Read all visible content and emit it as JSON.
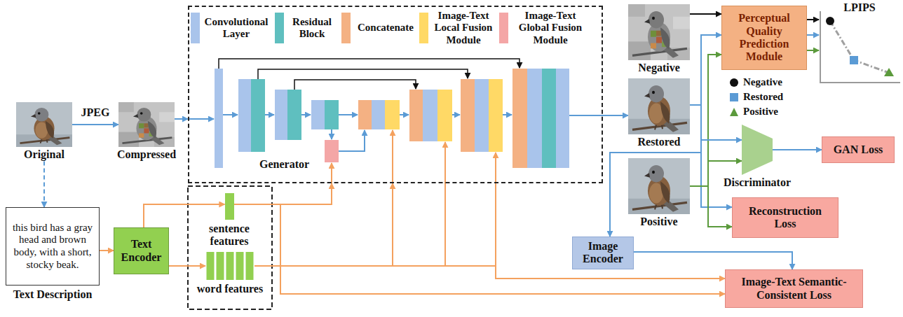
{
  "diagram": {
    "nodes": [
      {
        "text": [
          "Original"
        ]
      },
      {
        "text": [
          "Compressed"
        ]
      },
      {
        "text": [
          "Generator"
        ]
      },
      {
        "text": [
          "this bird has a gray head and brown body, with a short, stocky beak.",
          "Text Description"
        ]
      },
      {
        "text": [
          "Text Encoder"
        ]
      },
      {
        "text": [
          "sentence features"
        ]
      },
      {
        "text": [
          "word features"
        ]
      },
      {
        "text": [
          "Negative"
        ]
      },
      {
        "text": [
          "Restored"
        ]
      },
      {
        "text": [
          "Positive"
        ]
      },
      {
        "text": [
          "Perceptual Quality Prediction Module"
        ]
      },
      {
        "text": [
          "LPIPS"
        ]
      },
      {
        "text": [
          "Discriminator"
        ]
      },
      {
        "text": [
          "GAN Loss"
        ]
      },
      {
        "text": [
          "Reconstruction Loss"
        ]
      },
      {
        "text": [
          "Image Encoder"
        ]
      },
      {
        "text": [
          "Image-Text Semantic-Consistent Loss"
        ]
      }
    ],
    "edges": [
      {
        "from": 0,
        "to": 1,
        "arrow": "to",
        "label": "JPEG"
      },
      {
        "from": 1,
        "to": 2,
        "arrow": "to"
      },
      {
        "from": 0,
        "to": 3,
        "arrow": "to"
      },
      {
        "from": 3,
        "to": 4,
        "arrow": "to"
      },
      {
        "from": 4,
        "to": 5,
        "arrow": "to"
      },
      {
        "from": 4,
        "to": 6,
        "arrow": "to"
      },
      {
        "from": 5,
        "to": 2,
        "arrow": "to"
      },
      {
        "from": 6,
        "to": 2,
        "arrow": "to"
      },
      {
        "from": 5,
        "to": 16,
        "arrow": "to"
      },
      {
        "from": 6,
        "to": 16,
        "arrow": "to"
      },
      {
        "from": 2,
        "to": 8,
        "arrow": "to"
      },
      {
        "from": 7,
        "to": 10,
        "arrow": "to"
      },
      {
        "from": 8,
        "to": 10,
        "arrow": "to"
      },
      {
        "from": 9,
        "to": 10,
        "arrow": "to"
      },
      {
        "from": 10,
        "to": 11,
        "arrow": "to"
      },
      {
        "from": 8,
        "to": 12,
        "arrow": "to"
      },
      {
        "from": 9,
        "to": 12,
        "arrow": "to"
      },
      {
        "from": 12,
        "to": 13,
        "arrow": "to"
      },
      {
        "from": 8,
        "to": 14,
        "arrow": "to"
      },
      {
        "from": 9,
        "to": 14,
        "arrow": "to"
      },
      {
        "from": 8,
        "to": 15,
        "arrow": "to"
      },
      {
        "from": 15,
        "to": 16,
        "arrow": "to"
      }
    ],
    "legend": [
      {
        "text": "Convolutional Layer",
        "color": "#a9c4eb"
      },
      {
        "text": "Residual Block",
        "color": "#5fbfbf"
      },
      {
        "text": "Concatenate",
        "color": "#f4b183"
      },
      {
        "text": "Image-Text Local Fusion Module",
        "color": "#ffd966"
      },
      {
        "text": "Image-Text Global Fusion Module",
        "color": "#f4a6a6"
      },
      {
        "text": "Negative"
      },
      {
        "text": "Restored"
      },
      {
        "text": "Positive"
      }
    ]
  }
}
